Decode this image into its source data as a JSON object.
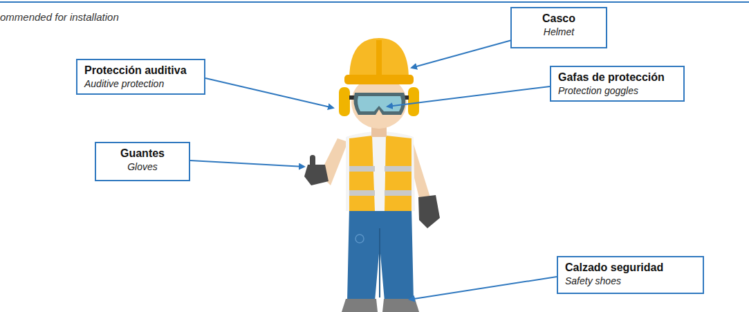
{
  "diagram": {
    "nodes": [
      {
        "text": [
          "Casco",
          "Helmet"
        ]
      },
      {
        "text": [
          "Protección auditiva",
          "Auditive protection"
        ]
      },
      {
        "text": [
          "Gafas de protección",
          "Protection goggles"
        ]
      },
      {
        "text": [
          "Guantes",
          "Gloves"
        ]
      },
      {
        "text": [
          "Calzado seguridad",
          "Safety shoes"
        ]
      }
    ],
    "labels": [
      "ommended for installation"
    ]
  }
}
